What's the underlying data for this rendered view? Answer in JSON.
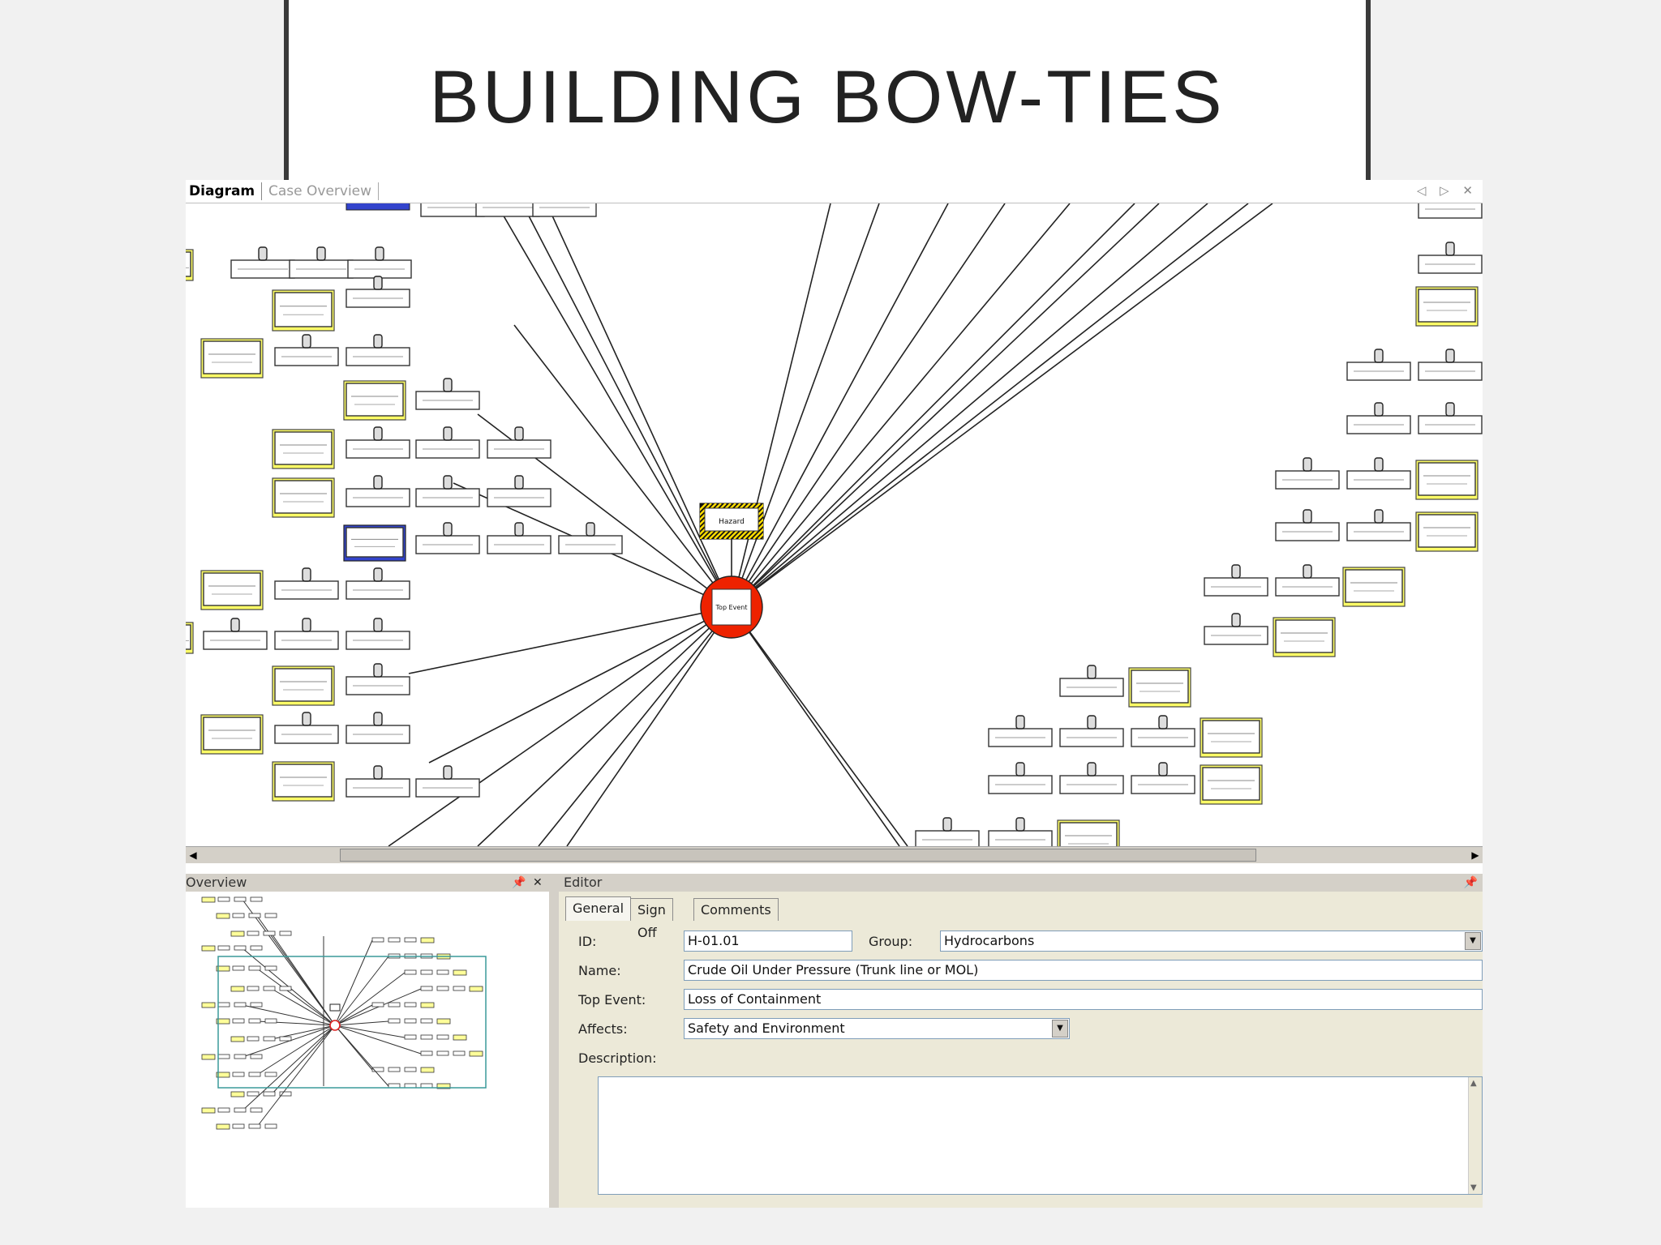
{
  "slide": {
    "title": "BUILDING BOW-TIES"
  },
  "tabs": {
    "active": "Diagram",
    "inactive": "Case Overview",
    "nav": "◁ ▷ ✕"
  },
  "panes": {
    "overview_title": "Overview",
    "editor_title": "Editor",
    "pin": "📌",
    "close": "✕"
  },
  "diagram": {
    "hazard_label": "Hazard",
    "top_event_label": "Top Event"
  },
  "editor": {
    "tabs": [
      "General",
      "Sign Off",
      "Comments"
    ],
    "labels": {
      "id": "ID:",
      "group": "Group:",
      "name": "Name:",
      "top_event": "Top Event:",
      "affects": "Affects:",
      "description": "Description:"
    },
    "values": {
      "id": "H-01.01",
      "group": "Hydrocarbons",
      "name": "Crude Oil Under Pressure (Trunk line or MOL)",
      "top_event": "Loss of Containment",
      "affects": "Safety and Environment",
      "description": ""
    }
  },
  "colors": {
    "threat_fill": "#ffff66",
    "blue_box": "#3344cc",
    "top_event_ring": "#ee2200",
    "hazard_stripe": "#ffdd00",
    "overview_rect": "#3a9a9a"
  }
}
